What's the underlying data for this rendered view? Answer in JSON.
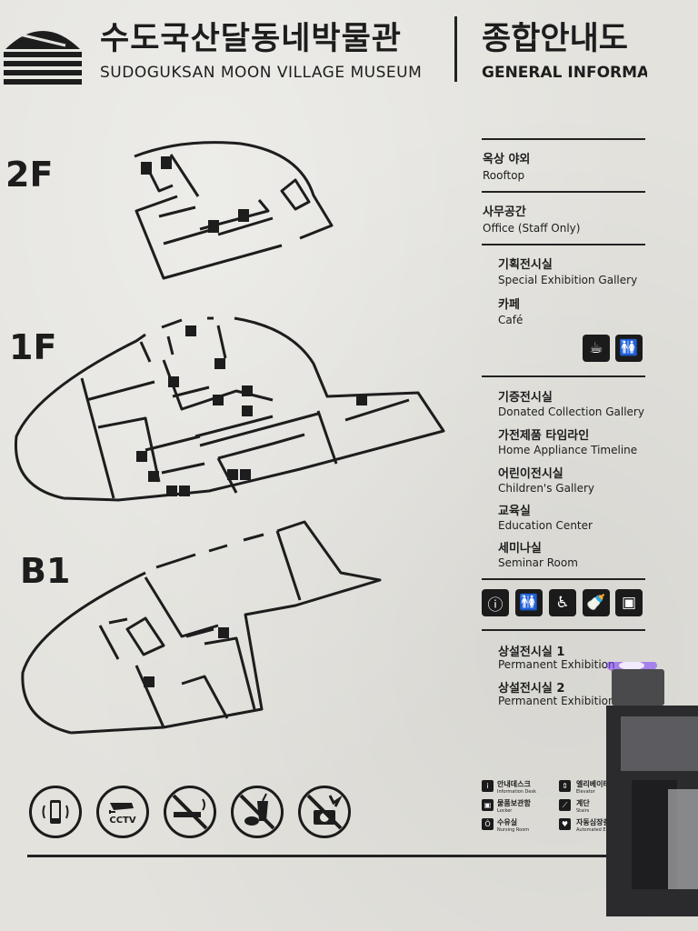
{
  "header": {
    "title_ko": "수도국산달동네박물관",
    "title_en": "SUDOGUKSAN MOON VILLAGE MUSEUM",
    "section_ko": "종합안내도",
    "section_en": "GENERAL INFORMATIC"
  },
  "floors": {
    "f2": "2F",
    "f1": "1F",
    "b1": "B1"
  },
  "directory": [
    {
      "ko": "옥상 야외",
      "en": "Rooftop"
    },
    {
      "ko": "사무공간",
      "en": "Office (Staff Only)"
    },
    {
      "ko": "기획전시실",
      "en": "Special Exhibition Gallery"
    },
    {
      "ko": "카페",
      "en": "Café"
    },
    {
      "ko": "기증전시실",
      "en": "Donated Collection Gallery"
    },
    {
      "ko": "가전제품 타임라인",
      "en": "Home Appliance Timeline"
    },
    {
      "ko": "어린이전시실",
      "en": "Children's Gallery"
    },
    {
      "ko": "교육실",
      "en": "Education Center"
    },
    {
      "ko": "세미나실",
      "en": "Seminar Room"
    },
    {
      "ko": "상설전시실 1",
      "en": "Permanent Exhibition"
    },
    {
      "ko": "상설전시실 2",
      "en": "Permanent Exhibition"
    }
  ],
  "facility_icons_1f": [
    "info-icon",
    "restroom-icon",
    "wheelchair-icon",
    "nursing-bottle-icon",
    "locker-box-icon"
  ],
  "facility_icons_2f": [
    "cafe-cup-icon",
    "restroom-icon"
  ],
  "legend": [
    {
      "ko": "안내데스크",
      "en": "Information Desk",
      "icon": "info-icon"
    },
    {
      "ko": "엘리베이터",
      "en": "Elevator",
      "icon": "elevator-icon"
    },
    {
      "ko": "물품보관함",
      "en": "Locker",
      "icon": "locker-icon"
    },
    {
      "ko": "계단",
      "en": "Stairs",
      "icon": "stairs-icon"
    },
    {
      "ko": "수유실",
      "en": "Nursing Room",
      "icon": "nursing-icon"
    },
    {
      "ko": "자동심장충격기",
      "en": "Automated External De",
      "icon": "aed-icon"
    }
  ],
  "notices": {
    "cctv_label": "CCTV"
  },
  "colors": {
    "ink": "#1d1d1d",
    "wall": "#e3e2dd",
    "device_light": "#7b3cff"
  }
}
